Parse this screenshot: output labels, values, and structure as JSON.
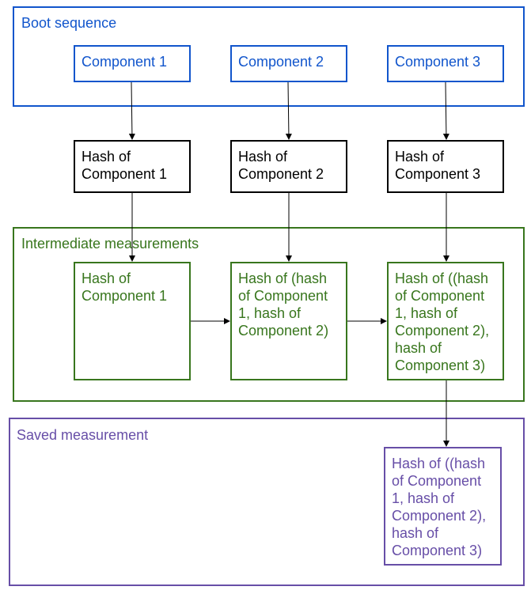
{
  "groups": {
    "boot": {
      "label": "Boot sequence",
      "color": "#1155cc"
    },
    "intermediate": {
      "label": "Intermediate measurements",
      "color": "#38761d"
    },
    "saved": {
      "label": "Saved measurement",
      "color": "#674ea7"
    }
  },
  "components": [
    {
      "label": "Component 1"
    },
    {
      "label": "Component 2"
    },
    {
      "label": "Component 3"
    }
  ],
  "hashes": [
    {
      "label": "Hash of\nComponent 1"
    },
    {
      "label": "Hash of\nComponent 2"
    },
    {
      "label": "Hash of\nComponent 3"
    }
  ],
  "intermediates": [
    {
      "label": "Hash of\nComponent 1"
    },
    {
      "label": "Hash of (hash\nof Component\n1, hash of\nComponent 2)"
    },
    {
      "label": "Hash of ((hash\nof Component\n1, hash of\nComponent 2),\nhash of\nComponent 3)"
    }
  ],
  "saved_node": {
    "label": "Hash of ((hash\nof Component\n1, hash of\nComponent 2),\nhash of\nComponent 3)"
  }
}
